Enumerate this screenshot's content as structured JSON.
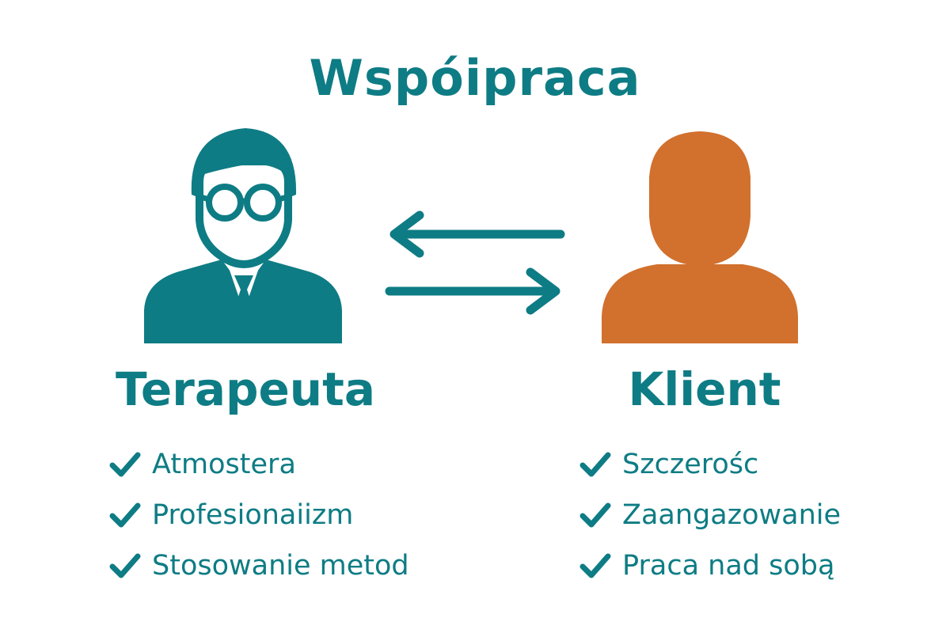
{
  "title": "Wspóipraca",
  "colors": {
    "teal": "#0e7c84",
    "orange": "#d2702d",
    "white": "#ffffff"
  },
  "icons": {
    "therapist": "therapist-person-icon",
    "client": "client-person-icon",
    "left_arrow": "arrow-left-icon",
    "right_arrow": "arrow-right-icon",
    "check": "check-icon"
  },
  "therapist": {
    "label": "Terapeuta",
    "items": [
      "Atmostera",
      "Profesionaiizm",
      "Stosowanie metod"
    ]
  },
  "client": {
    "label": "Klient",
    "items": [
      "Szczerośc",
      "Zaangazowanie",
      "Praca nad sobą"
    ]
  }
}
